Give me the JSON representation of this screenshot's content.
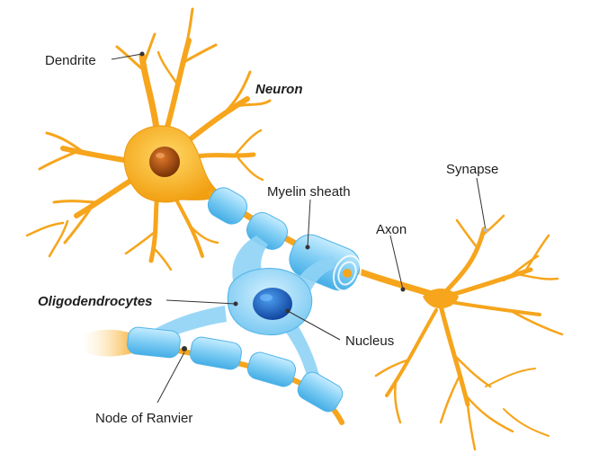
{
  "labels": {
    "dendrite": "Dendrite",
    "neuron": "Neuron",
    "myelin_sheath": "Myelin sheath",
    "synapse": "Synapse",
    "axon": "Axon",
    "oligodendrocytes": "Oligodendrocytes",
    "nucleus": "Nucleus",
    "node_of_ranvier": "Node of Ranvier"
  },
  "colors": {
    "neuron_body": "#f6a51c",
    "neuron_light": "#ffd45a",
    "nucleus_neuron": "#b85a10",
    "myelin": "#8fd3f5",
    "myelin_dark": "#3aa6e8",
    "oligo_nucleus": "#1a5fc0",
    "leader_line": "#333333"
  }
}
